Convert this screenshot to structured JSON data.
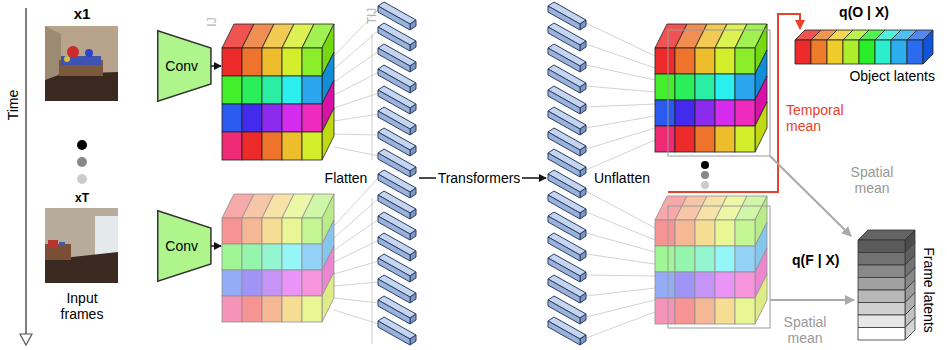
{
  "diagram": {
    "nodes": [
      {
        "text": [
          "Conv"
        ]
      },
      {
        "text": [
          "Conv"
        ]
      },
      {
        "text": [
          "q(O | X)",
          "Object latents"
        ]
      },
      {
        "text": [
          "q(F | X)",
          "Frame latents"
        ]
      }
    ],
    "labels": [
      "x1",
      "Time",
      "xT",
      "Input frames",
      "IJ",
      "TIJ",
      "Flatten",
      "Transformers",
      "Unflatten",
      "Temporal mean",
      "Spatial mean",
      "Spatial mean"
    ]
  }
}
